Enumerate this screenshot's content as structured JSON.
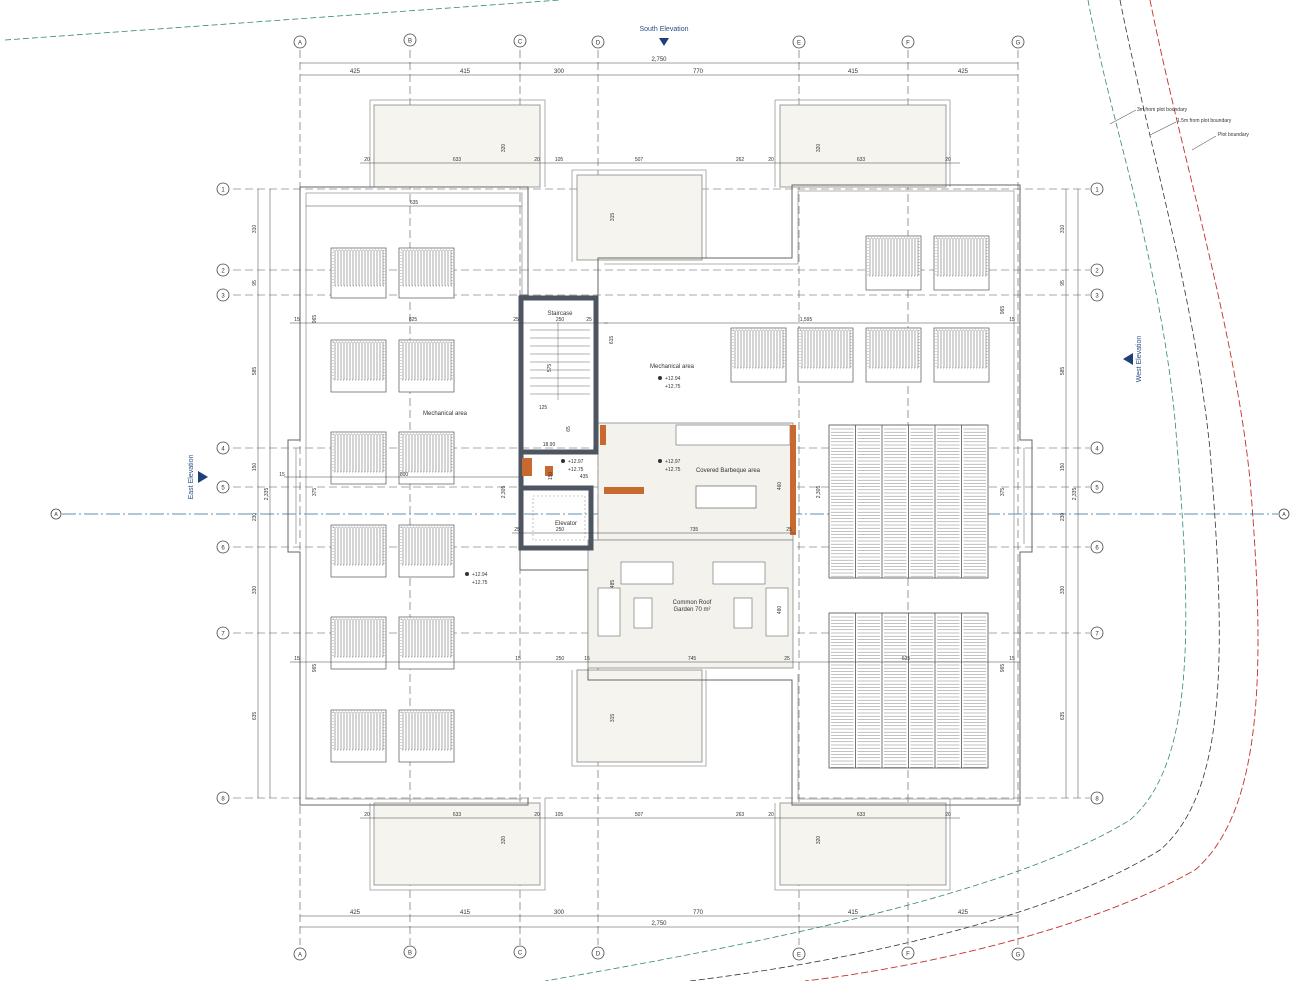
{
  "columns": [
    "A",
    "B",
    "C",
    "D",
    "E",
    "F",
    "G"
  ],
  "rows": [
    "1",
    "2",
    "3",
    "4",
    "5",
    "6",
    "7",
    "8"
  ],
  "section_marker": "A",
  "elevations": {
    "south": "South Elevation",
    "east": "East Elevation",
    "west": "West Elevation"
  },
  "boundaries": {
    "three_m": "3m from plot boundary",
    "one_five_m": "1.5m  from plot boundary",
    "plot": "Plot boundary"
  },
  "rooms": {
    "staircase": "Staircase",
    "elevator": "Elevator",
    "mechanical_left": "Mechanical area",
    "mechanical_right": "Mechanical area",
    "bbq": "Covered Barbeque area",
    "garden_line1": "Common Roof",
    "garden_line2": "Garden 70 m²"
  },
  "levels": {
    "mech_right": [
      "+12.94",
      "+12.75"
    ],
    "mech_left": [
      "+12.94",
      "+12.75"
    ],
    "landing": [
      "+12.97",
      "+12.75"
    ],
    "bbq": [
      "+12.97",
      "+12.75"
    ]
  },
  "dims": {
    "top_segments": [
      "425",
      "415",
      "300",
      "770",
      "415",
      "425"
    ],
    "top_total": "2,750",
    "bottom_segments": [
      "425",
      "415",
      "300",
      "770",
      "415",
      "425"
    ],
    "bottom_total": "2,750",
    "left_segments": [
      "310",
      "95",
      "585",
      "150",
      "230",
      "330",
      "635"
    ],
    "left_total": "2,335",
    "right_segments": [
      "310",
      "95",
      "585",
      "150",
      "230",
      "330",
      "635"
    ],
    "right_total": "2,335",
    "balcony_top": [
      "20",
      "633",
      "20",
      "105",
      "507",
      "262",
      "20",
      "633",
      "20"
    ],
    "balcony_bottom": [
      "20",
      "633",
      "20",
      "105",
      "507",
      "263",
      "20",
      "633",
      "20"
    ],
    "balcony_depth": "320",
    "inner": {
      "d635_left": "635",
      "d825": "825",
      "d965_left": "965",
      "d15": "15",
      "d25": "25",
      "d250": "250",
      "d1595": "1,595",
      "d965_right": "965",
      "d315": "315",
      "d615": "615",
      "d575": "575",
      "d125": "125",
      "d65": "65",
      "d435": "435",
      "d150": "150",
      "d800": "800",
      "d375": "375",
      "d2305": "2,305",
      "d2305b": "2,305",
      "d460": "460",
      "d735": "735",
      "d485": "485",
      "d480": "480",
      "d745": "745",
      "d635_right": "635",
      "d1890": "18.90",
      "d25b": "25"
    }
  }
}
